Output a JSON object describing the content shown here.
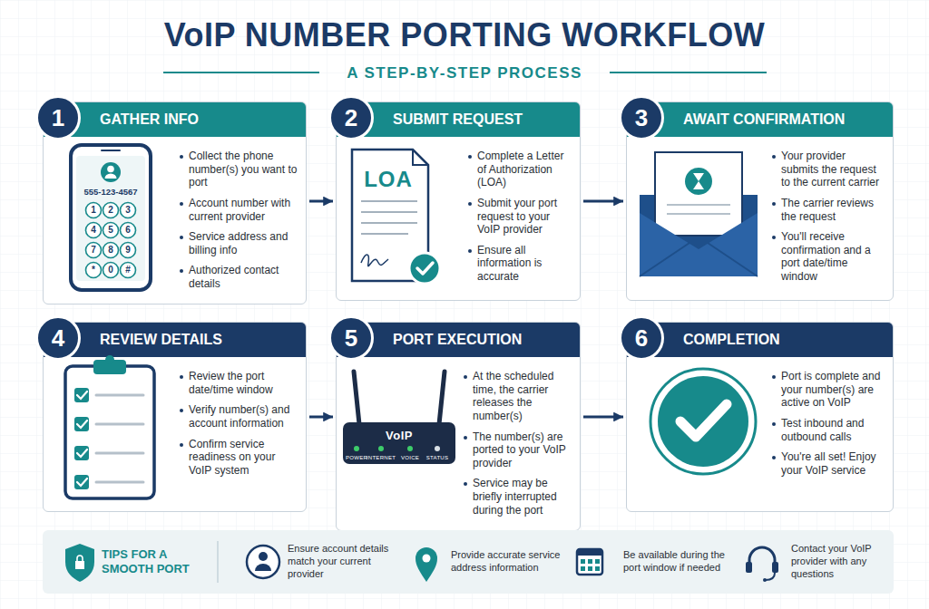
{
  "diagram": {
    "title": "VoIP NUMBER PORTING WORKFLOW",
    "nodes": [
      {
        "text": [
          "1",
          "GATHER INFO",
          "Collect the phone number(s) you want to port",
          "Account number with current provider",
          "Service address and billing info",
          "Authorized contact details"
        ]
      },
      {
        "text": [
          "2",
          "SUBMIT REQUEST",
          "Complete a Letter of Authorization (LOA)",
          "Submit your port request to your VoIP provider",
          "Ensure all information is accurate"
        ]
      },
      {
        "text": [
          "3",
          "AWAIT CONFIRMATION",
          "Your provider submits the request to the current carrier",
          "The carrier reviews the request",
          "You'll receive confirmation and a port date/time window"
        ]
      },
      {
        "text": [
          "4",
          "REVIEW DETAILS",
          "Review the port date/time window",
          "Verify number(s) and account information",
          "Confirm service readiness on your VoIP system"
        ]
      },
      {
        "text": [
          "5",
          "PORT EXECUTION",
          "At the scheduled time, the carrier releases the number(s)",
          "The number(s) are ported to your VoIP provider",
          "Service may be briefly interrupted during the port"
        ]
      },
      {
        "text": [
          "6",
          "COMPLETION",
          "Port is complete and your number(s) are active on VoIP",
          "Test inbound and outbound calls",
          "You're all set! Enjoy your VoIP service"
        ]
      },
      {
        "text": [
          "TIPS FOR A SMOOTH PORT",
          "Ensure account details match your current provider",
          "Provide accurate service address information",
          "Be available during the port window if needed",
          "Contact your VoIP provider with any questions"
        ]
      }
    ],
    "edges": [
      {
        "from": 0,
        "to": 1,
        "arrow": "to"
      },
      {
        "from": 1,
        "to": 2,
        "arrow": "to"
      },
      {
        "from": 3,
        "to": 4,
        "arrow": "to"
      },
      {
        "from": 4,
        "to": 5,
        "arrow": "to"
      }
    ],
    "labels": [
      "A STEP-BY-STEP PROCESS",
      "555-123-4567",
      "1",
      "2",
      "3",
      "4",
      "5",
      "6",
      "7",
      "8",
      "9",
      "*",
      "0",
      "#",
      "LOA",
      "VoIP",
      "POWER",
      "INTERNET",
      "VOICE",
      "STATUS"
    ]
  }
}
